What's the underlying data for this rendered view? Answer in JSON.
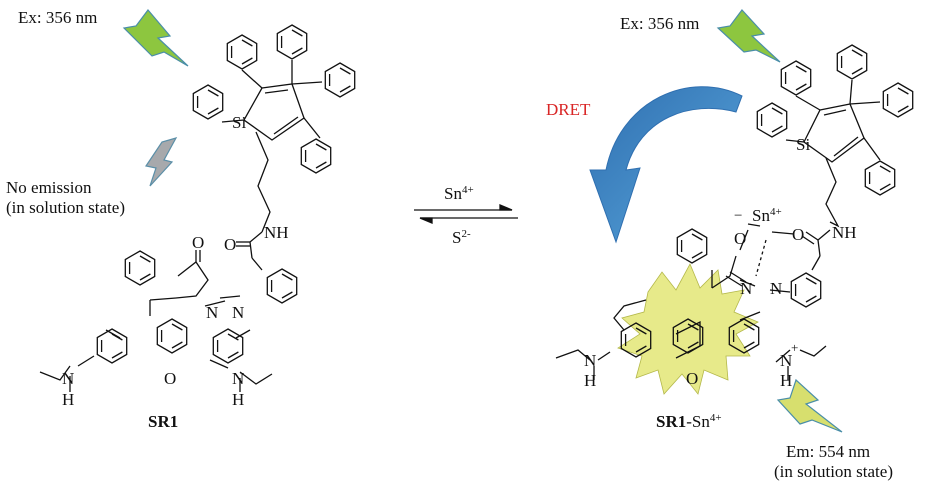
{
  "left": {
    "excitation": "Ex: 356 nm",
    "no_emission_line1": "No emission",
    "no_emission_line2": "(in solution state)",
    "compound_name": "SR1"
  },
  "arrow": {
    "forward_base": "Sn",
    "forward_sup": "4+",
    "reverse_base": "S",
    "reverse_sup": "2-"
  },
  "right": {
    "excitation": "Ex: 356 nm",
    "dret": "DRET",
    "metal_base": "Sn",
    "metal_sup": "4+",
    "compound_name": "SR1",
    "complex_suffix": "-Sn",
    "complex_sup": "4+",
    "emission_line1": "Em: 554 nm",
    "emission_line2": "(in solution state)"
  },
  "atoms": {
    "si": "Si",
    "o": "O",
    "n": "N",
    "h": "H",
    "nh": "NH",
    "minus": "−",
    "plus": "+"
  },
  "colors": {
    "excitation_bolt": "#8dc63f",
    "no_emission_bolt": "#a7a9ac",
    "emission_bolt": "#d7df6e",
    "glow": "#e3e676",
    "dret_arrow": "#3d87c4",
    "dret_text": "#d92626"
  }
}
